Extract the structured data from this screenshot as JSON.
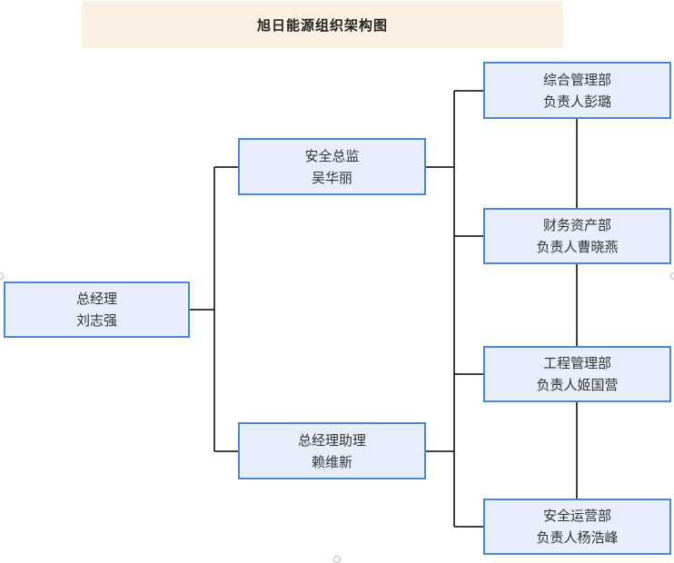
{
  "title": "旭日能源组织架构图",
  "colors": {
    "node_fill": "#e6eefb",
    "node_border": "#4a86d4",
    "connector": "#000000",
    "title_bg": "#fbf0e2"
  },
  "nodes": {
    "gm": {
      "role": "总经理",
      "person": "刘志强"
    },
    "safety_director": {
      "role": "安全总监",
      "person": "吴华丽"
    },
    "gm_assistant": {
      "role": "总经理助理",
      "person": "赖维新"
    },
    "admin_dept": {
      "role": "综合管理部",
      "person": "负责人彭璐"
    },
    "finance_dept": {
      "role": "财务资产部",
      "person": "负责人曹晓燕"
    },
    "engineering_dept": {
      "role": "工程管理部",
      "person": "负责人姬国营"
    },
    "safety_ops_dept": {
      "role": "安全运营部",
      "person": "负责人杨浩峰"
    }
  }
}
